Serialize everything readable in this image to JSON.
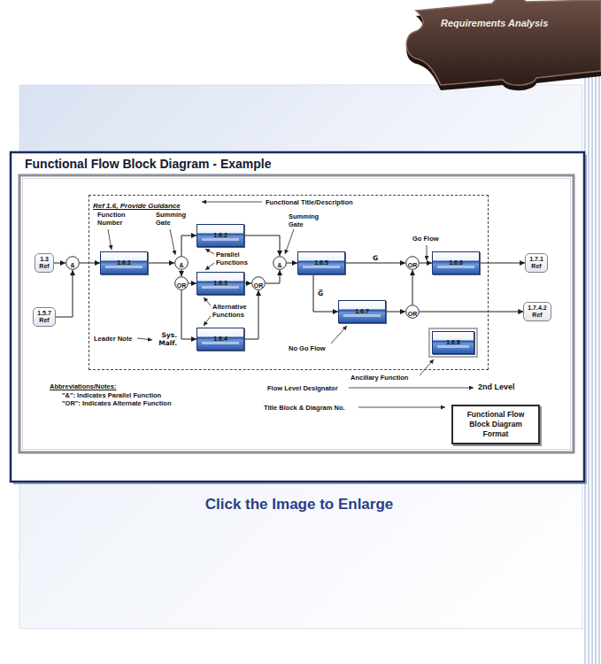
{
  "diagram": {
    "title": "Functional Flow Block Diagram - Example",
    "caption": "Click the Image to Enlarge",
    "nodes": [
      {
        "text": [
          "1.3 Ref"
        ]
      },
      {
        "text": [
          "1.5.7 Ref"
        ]
      },
      {
        "text": [
          "&"
        ]
      },
      {
        "text": [
          "Ref 1.6, Provide Guidance"
        ]
      },
      {
        "text": [
          "1.6.1"
        ],
        "in": 3
      },
      {
        "text": [
          "&"
        ],
        "in": 3
      },
      {
        "text": [
          "1.6.2"
        ],
        "in": 3
      },
      {
        "text": [
          "OR"
        ],
        "in": 3
      },
      {
        "text": [
          "1.6.3"
        ],
        "in": 3
      },
      {
        "text": [
          "1.6.4"
        ],
        "in": 3
      },
      {
        "text": [
          "OR"
        ],
        "in": 3
      },
      {
        "text": [
          "&"
        ],
        "in": 3
      },
      {
        "text": [
          "1.6.5"
        ],
        "in": 3
      },
      {
        "text": [
          "OR"
        ],
        "in": 3
      },
      {
        "text": [
          "1.6.6"
        ],
        "in": 3
      },
      {
        "text": [
          "1.6.7"
        ],
        "in": 3
      },
      {
        "text": [
          "OR"
        ],
        "in": 3
      },
      {
        "text": [
          "1.6.8"
        ],
        "in": 3
      },
      {
        "text": [
          "1.7.1 Ref"
        ]
      },
      {
        "text": [
          "1.7.4.2 Ref"
        ]
      },
      {
        "text": [
          "Functional Flow Block Diagram Format"
        ]
      }
    ],
    "edges": [
      {
        "from": 0,
        "to": 2,
        "arrow": "to"
      },
      {
        "from": 1,
        "to": 2,
        "arrow": "to"
      },
      {
        "from": 2,
        "to": 4,
        "arrow": "to"
      },
      {
        "from": 4,
        "to": 5,
        "arrow": "to"
      },
      {
        "from": 5,
        "to": 6,
        "arrow": "to"
      },
      {
        "from": 5,
        "to": 7,
        "arrow": "to"
      },
      {
        "from": 7,
        "to": 8,
        "arrow": "to"
      },
      {
        "from": 7,
        "to": 9,
        "arrow": "to",
        "label": "Sys. Malf."
      },
      {
        "from": 6,
        "to": 11,
        "arrow": "to"
      },
      {
        "from": 8,
        "to": 10,
        "arrow": "to"
      },
      {
        "from": 9,
        "to": 10,
        "arrow": "to"
      },
      {
        "from": 10,
        "to": 11,
        "arrow": "to"
      },
      {
        "from": 11,
        "to": 12,
        "arrow": "to"
      },
      {
        "from": 12,
        "to": 13,
        "arrow": "to",
        "label": "G"
      },
      {
        "from": 12,
        "to": 15,
        "arrow": "to",
        "label": "G̅"
      },
      {
        "from": 13,
        "to": 14,
        "arrow": "to"
      },
      {
        "from": 14,
        "to": 18,
        "arrow": "to"
      },
      {
        "from": 15,
        "to": 16,
        "arrow": "to"
      },
      {
        "from": 16,
        "to": 13,
        "arrow": "to"
      },
      {
        "from": 16,
        "to": 19,
        "arrow": "to"
      }
    ],
    "labels": [
      "Requirements Analysis",
      "Function Number",
      "Summing Gate",
      "Functional Title/Description",
      "Summing Gate",
      "Go Flow",
      "Parallel Functions",
      "Alternative Functions",
      "Leader Note",
      "No Go Flow",
      "Ancillary Function",
      "Abbreviations/Notes:",
      "\"&\": Indicates Parallel Function",
      "\"OR\": Indicates Alternate Function",
      "Flow Level Designator",
      "2nd Level",
      "Title Block & Diagram No."
    ]
  }
}
